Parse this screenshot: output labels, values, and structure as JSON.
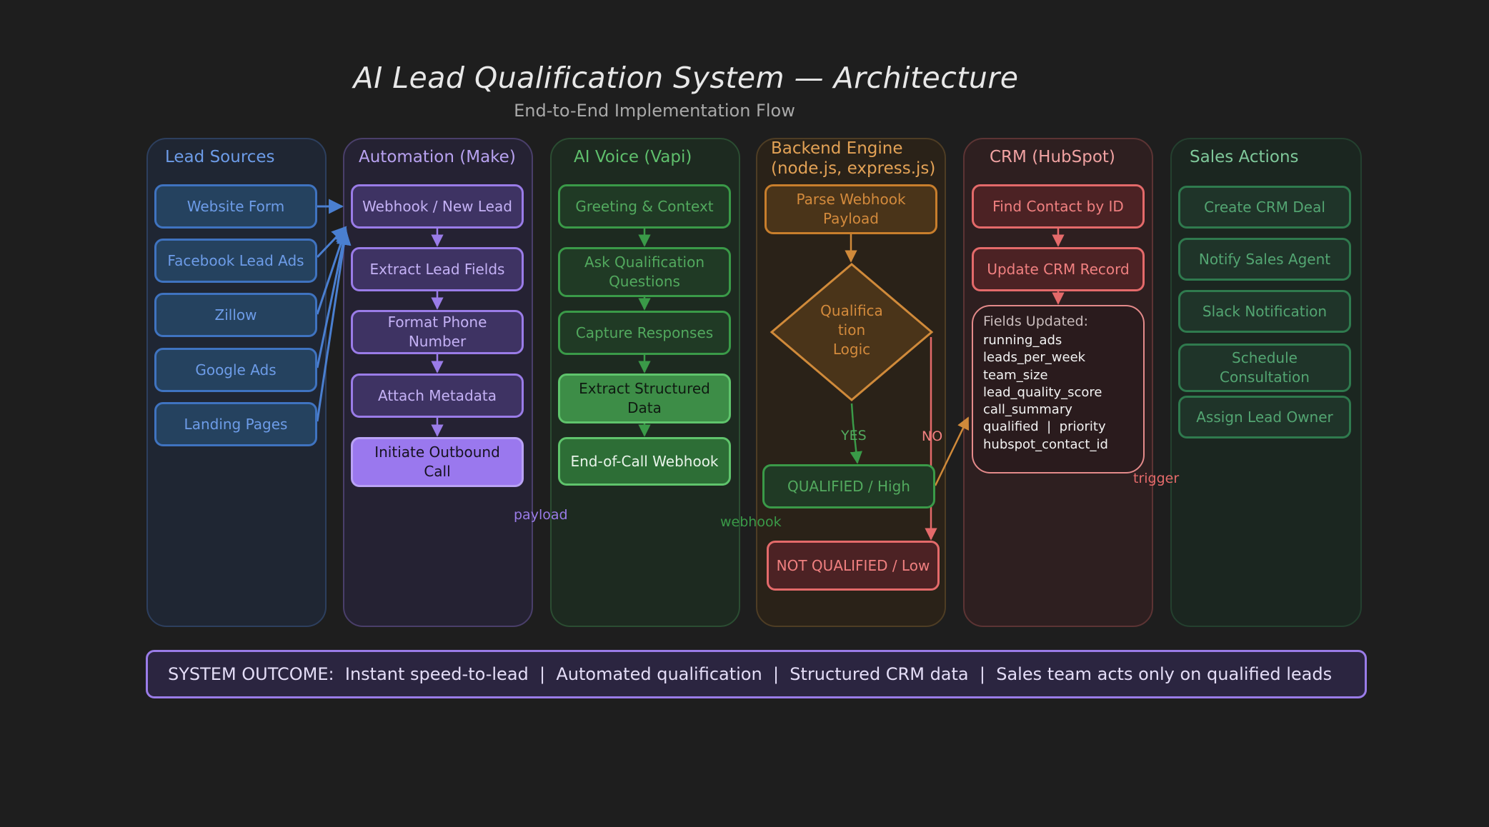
{
  "header": {
    "title": "AI Lead Qualification System — Architecture",
    "subtitle": "End-to-End Implementation Flow"
  },
  "colors": {
    "background": "#1e1e1e",
    "lead_sources": "#4a7fd0",
    "automation": "#9a7ce8",
    "ai_voice": "#3a9a48",
    "backend": "#d08a3a",
    "crm": "#e46a6a",
    "sales": "#2f7a4e"
  },
  "columns": {
    "lead_sources": {
      "label": "Lead Sources",
      "items": [
        "Website Form",
        "Facebook Lead Ads",
        "Zillow",
        "Google Ads",
        "Landing Pages"
      ]
    },
    "automation": {
      "label": "Automation (Make)",
      "items": [
        "Webhook / New Lead",
        "Extract Lead Fields",
        "Format Phone Number",
        "Attach Metadata",
        "Initiate Outbound Call"
      ]
    },
    "ai_voice": {
      "label": "AI Voice (Vapi)",
      "items": [
        "Greeting & Context",
        "Ask Qualification Questions",
        "Capture Responses",
        "Extract Structured Data",
        "End-of-Call Webhook"
      ]
    },
    "backend": {
      "label_line1": "Backend Engine",
      "label_line2": "(node.js, express.js)",
      "parse": "Parse Webhook Payload",
      "decision_line1": "Qualifica",
      "decision_line2": "tion",
      "decision_line3": "Logic",
      "yes": "YES",
      "no": "NO",
      "qualified": "QUALIFIED / High",
      "not_qualified": "NOT QUALIFIED / Low"
    },
    "crm": {
      "label": "CRM (HubSpot)",
      "find": "Find Contact by ID",
      "update": "Update CRM Record",
      "fields_title": "Fields Updated:",
      "fields": [
        "running_ads",
        "leads_per_week",
        "team_size",
        "lead_quality_score",
        "call_summary",
        "qualified  |  priority",
        "hubspot_contact_id"
      ]
    },
    "sales": {
      "label": "Sales Actions",
      "items": [
        "Create CRM Deal",
        "Notify Sales Agent",
        "Slack Notification",
        "Schedule Consultation",
        "Assign Lead Owner"
      ]
    }
  },
  "edge_labels": {
    "payload": "payload",
    "webhook": "webhook",
    "trigger": "trigger"
  },
  "outcome": "SYSTEM OUTCOME:  Instant speed-to-lead  |  Automated qualification  |  Structured CRM data  |  Sales team acts only on qualified leads"
}
